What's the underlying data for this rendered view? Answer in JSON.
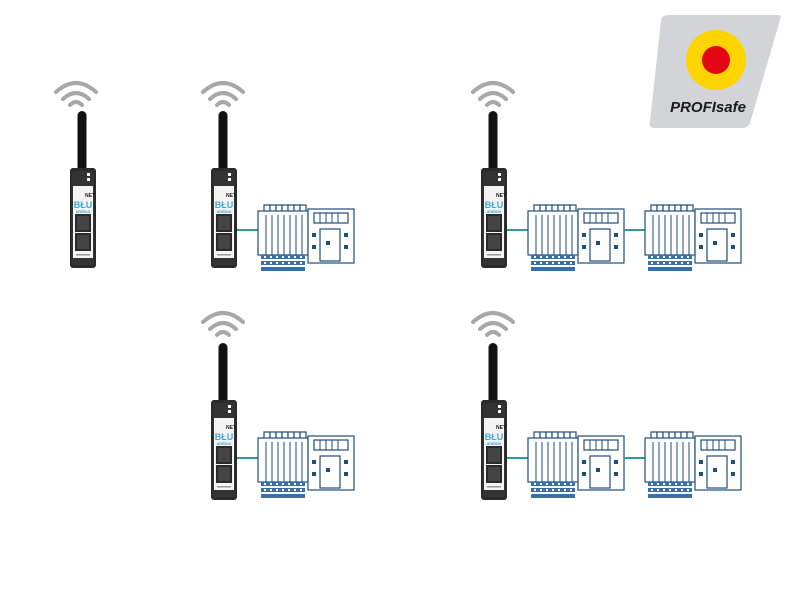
{
  "badge": {
    "label": "PROFIsafe",
    "badge_color": "#d2d4d8",
    "ring_color": "#ffd400",
    "dot_color": "#e30613"
  },
  "device": {
    "tag": "NET",
    "brand_top": "BŁU",
    "brand_bottom": "ambus",
    "body_color": "#2b2b2b",
    "brand_color": "#3fa9d6",
    "connector_color": "#c8893f"
  },
  "colors": {
    "wifi": "#a8a8a8",
    "link": "#2a9d95",
    "io_outline": "#1f4e79",
    "io_terminals": "#3a6fa8"
  },
  "setups": [
    {
      "id": "standalone",
      "io_modules": 0
    },
    {
      "id": "single-io-top",
      "io_modules": 1
    },
    {
      "id": "double-io-top",
      "io_modules": 2
    },
    {
      "id": "single-io-bottom",
      "io_modules": 1
    },
    {
      "id": "double-io-bottom",
      "io_modules": 2
    }
  ]
}
